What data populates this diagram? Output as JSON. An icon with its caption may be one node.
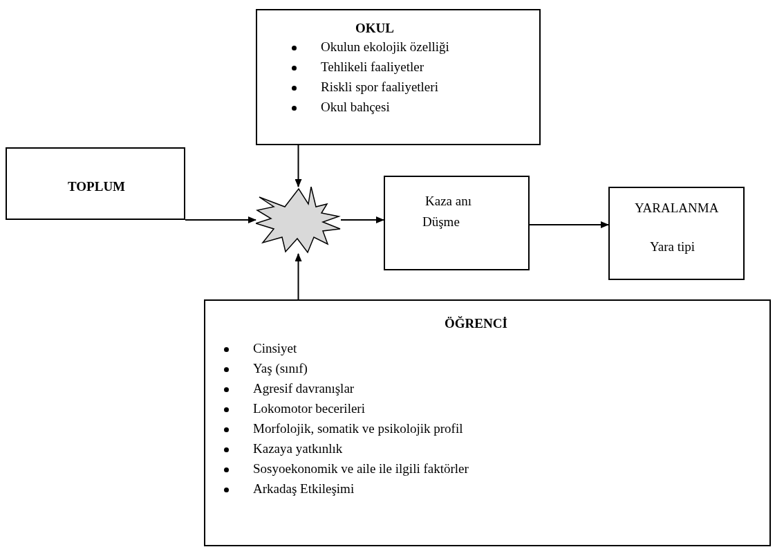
{
  "diagram": {
    "nodes": [
      {
        "text": [
          "OKUL",
          "Okulun ekolojik özelliği",
          "Tehlikeli faaliyetler",
          "Riskli spor faaliyetleri",
          "Okul bahçesi"
        ]
      },
      {
        "text": [
          "TOPLUM"
        ]
      },
      {
        "text": [],
        "shape": "burst"
      },
      {
        "text": [
          "Kaza anı",
          "Düşme"
        ]
      },
      {
        "text": [
          "YARALANMA",
          "Yara tipi"
        ]
      },
      {
        "text": [
          "ÖĞRENCİ",
          "Cinsiyet",
          "Yaş (sınıf)",
          "Agresif davranışlar",
          "Lokomotor becerileri",
          "Morfolojik, somatik ve psikolojik profil",
          "Kazaya yatkınlık",
          "Sosyoekonomik ve aile ile ilgili faktörler",
          "Arkadaş Etkileşimi"
        ]
      }
    ],
    "edges": [
      {
        "from": 1,
        "to": 2,
        "arrow": "to"
      },
      {
        "from": 0,
        "to": 2,
        "arrow": "to"
      },
      {
        "from": 2,
        "to": 3,
        "arrow": "to"
      },
      {
        "from": 3,
        "to": 4,
        "arrow": "to"
      },
      {
        "from": 5,
        "to": 2,
        "arrow": "to"
      }
    ]
  }
}
